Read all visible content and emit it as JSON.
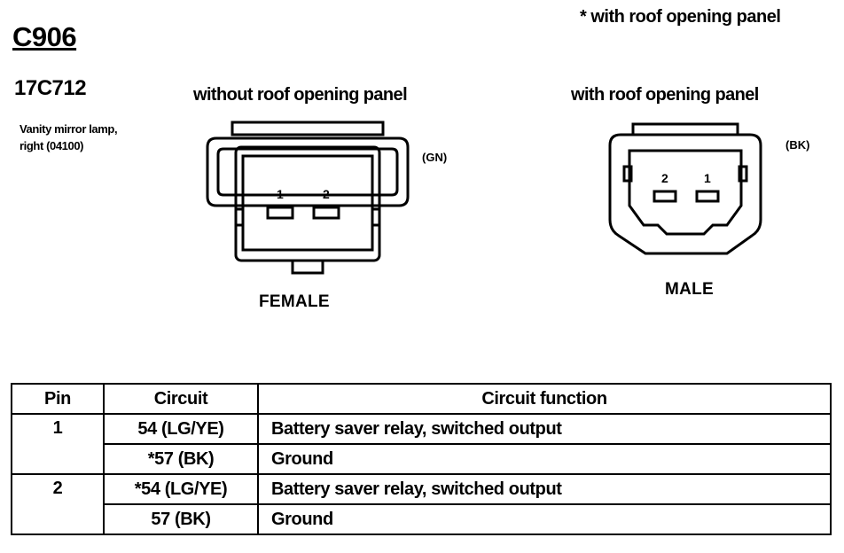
{
  "connector": {
    "id": "C906",
    "part_number": "17C712",
    "description_lines": [
      "Vanity mirror lamp,",
      "right (04100)"
    ],
    "note": "* with roof opening panel"
  },
  "views": [
    {
      "caption": "without roof opening panel",
      "gender": "FEMALE",
      "color_code": "(GN)",
      "pins": [
        "1",
        "2"
      ]
    },
    {
      "caption": "with roof opening panel",
      "gender": "MALE",
      "color_code": "(BK)",
      "pins": [
        "2",
        "1"
      ]
    }
  ],
  "table": {
    "headers": [
      "Pin",
      "Circuit",
      "Circuit function"
    ],
    "rows": [
      {
        "pin": "1",
        "circuit": "54 (LG/YE)",
        "function": "Battery saver relay, switched output"
      },
      {
        "pin": "",
        "circuit": "*57 (BK)",
        "function": "Ground"
      },
      {
        "pin": "2",
        "circuit": "*54 (LG/YE)",
        "function": "Battery saver relay, switched output"
      },
      {
        "pin": "",
        "circuit": "57 (BK)",
        "function": "Ground"
      }
    ]
  }
}
